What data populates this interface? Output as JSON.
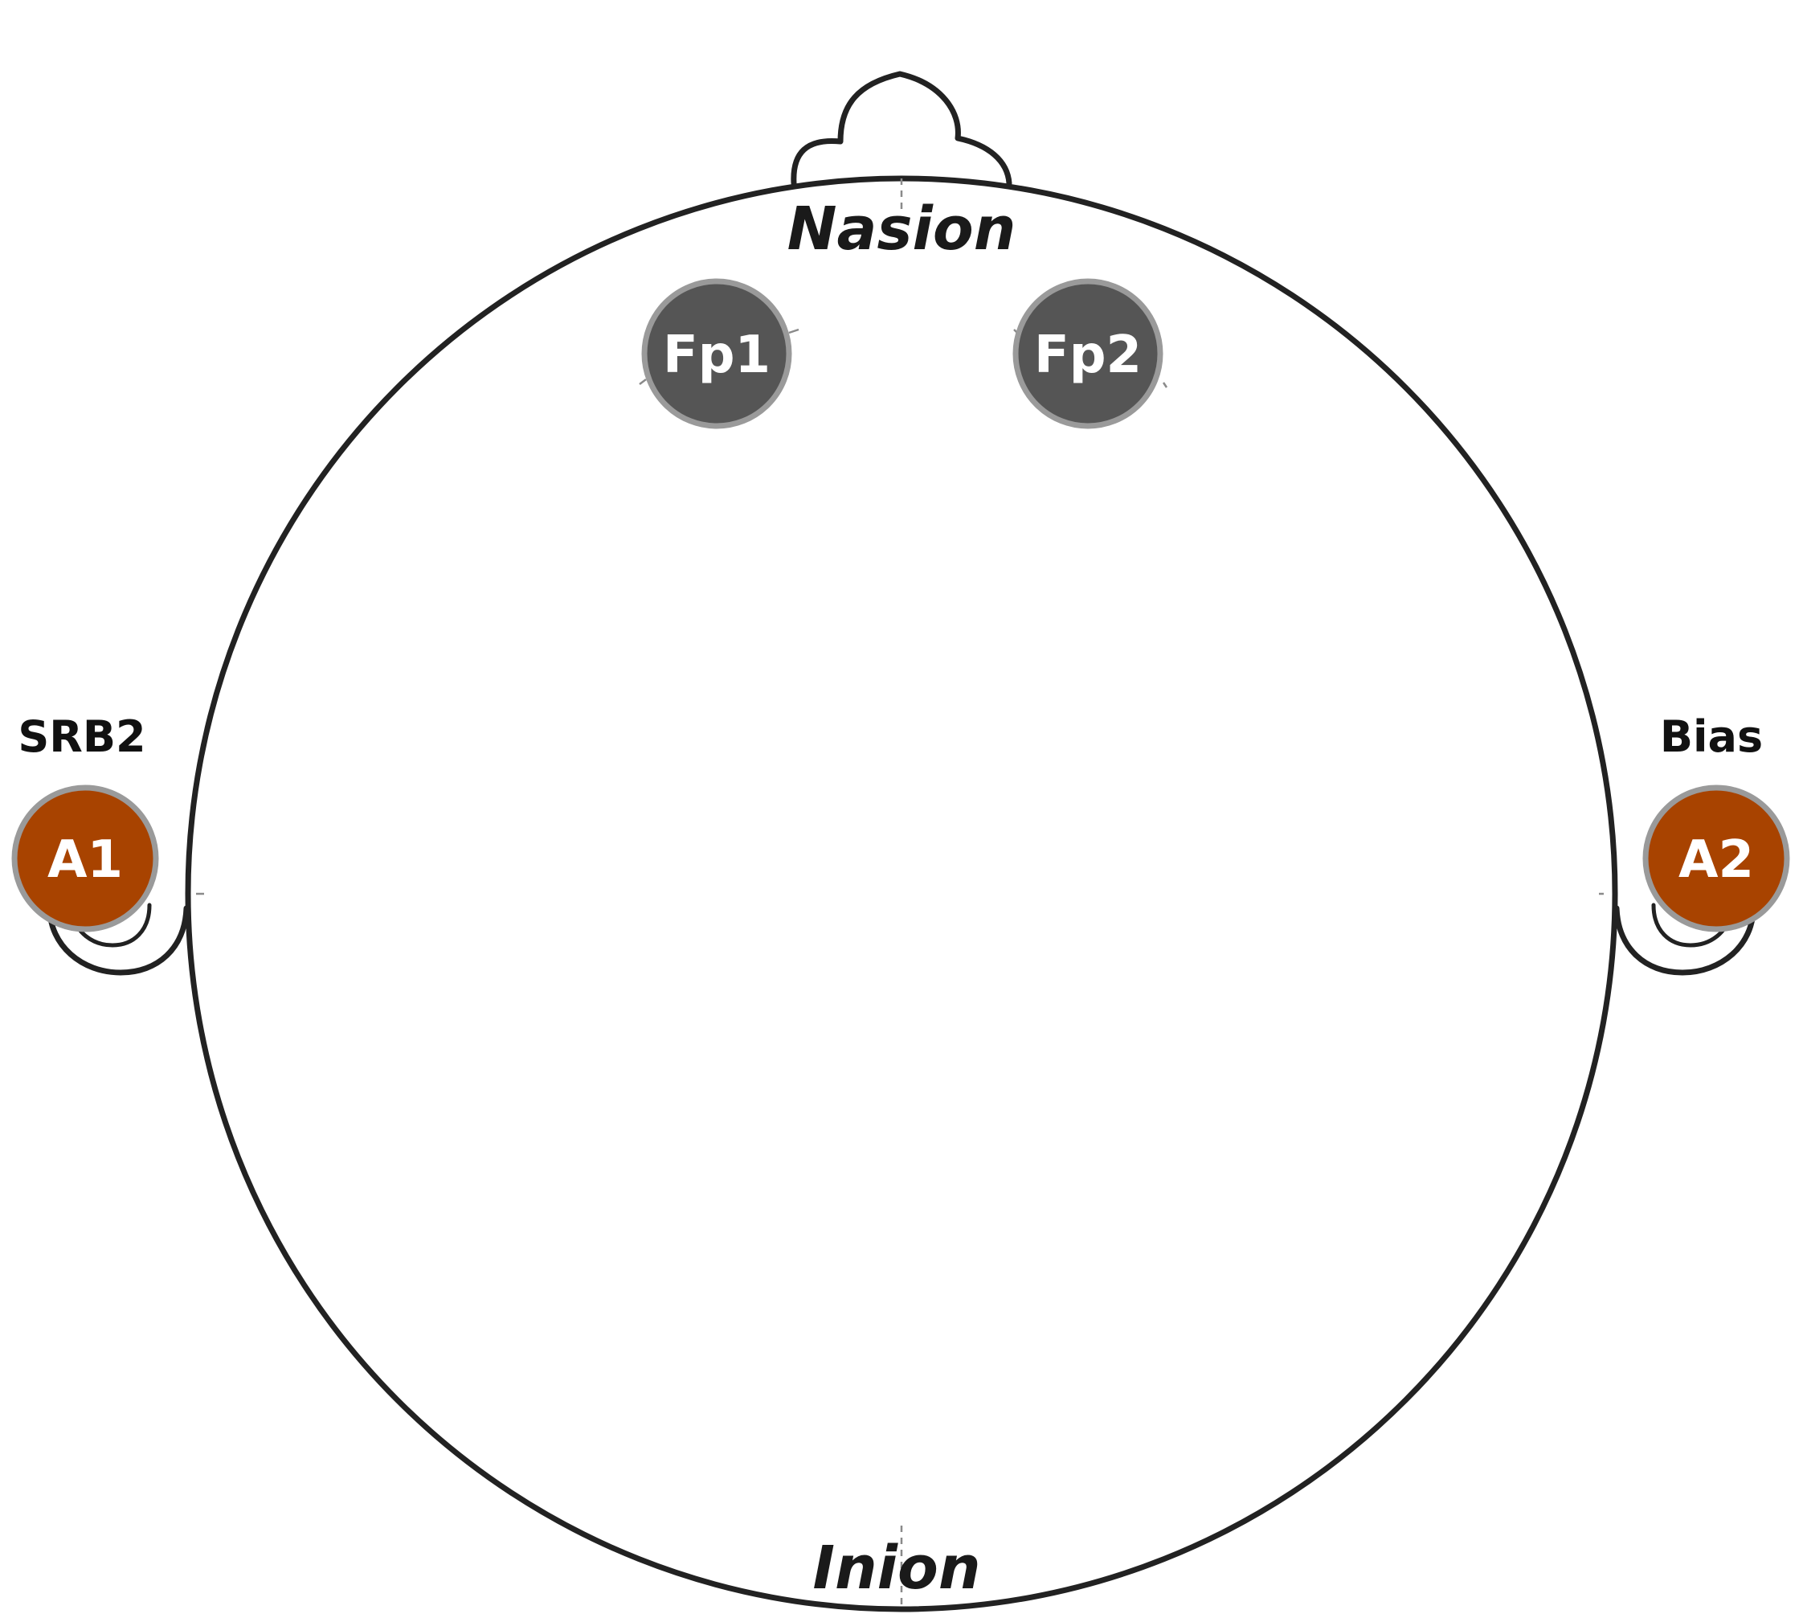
{
  "landmarks": {
    "top": "Nasion",
    "bottom": "Inion"
  },
  "side_labels": {
    "left": "SRB2",
    "right": "Bias"
  },
  "electrodes": [
    {
      "id": "fp1",
      "label": "Fp1",
      "color": "#555555"
    },
    {
      "id": "fp2",
      "label": "Fp2",
      "color": "#555555"
    },
    {
      "id": "a1",
      "label": "A1",
      "color": "#a84300"
    },
    {
      "id": "a2",
      "label": "A2",
      "color": "#a84300"
    }
  ],
  "colors": {
    "outline": "#222222",
    "ring": "#9a9a9a",
    "frontal_electrode": "#555555",
    "ear_electrode": "#a84300"
  }
}
